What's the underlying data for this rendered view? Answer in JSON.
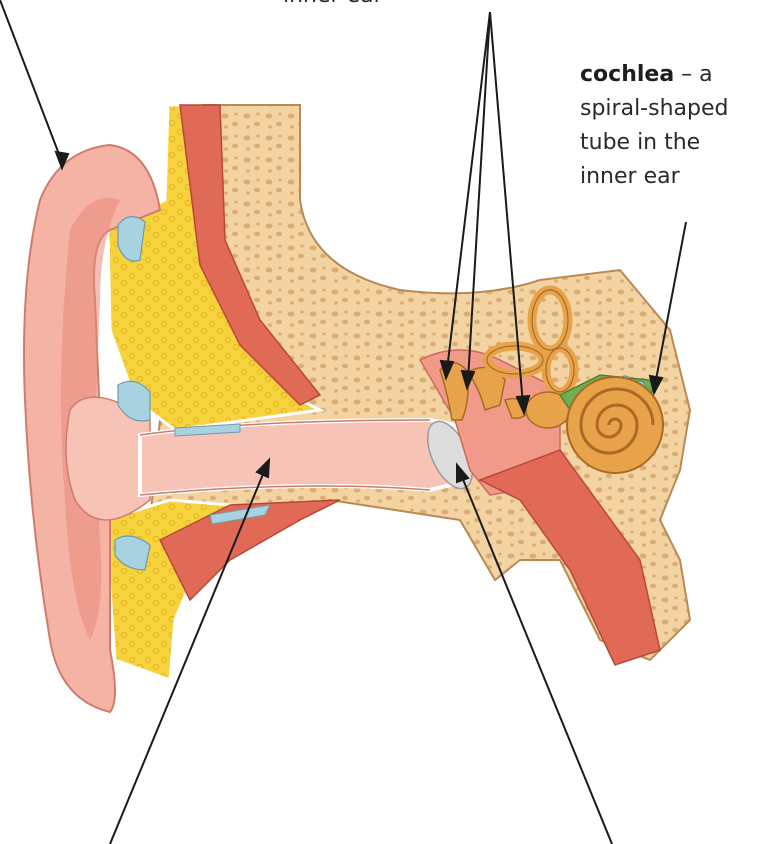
{
  "labels": {
    "top_cut": "inner ear",
    "cochlea_term": "cochlea",
    "cochlea_dash": " – a",
    "cochlea_line2": "spiral-shaped",
    "cochlea_line3": "tube in the",
    "cochlea_line4": "inner ear"
  },
  "colors": {
    "skin": "#f4b3a4",
    "skin_dark": "#e8897a",
    "bone": "#f2d3a1",
    "bone_spots": "#d9ad73",
    "cartilage": "#f6d33c",
    "muscle": "#e06a56",
    "canal": "#f7c3b6",
    "eardrum": "#dcdcdc",
    "cochlea": "#e8a24a",
    "nerve": "#6fae52",
    "line": "#1a1a1a"
  }
}
